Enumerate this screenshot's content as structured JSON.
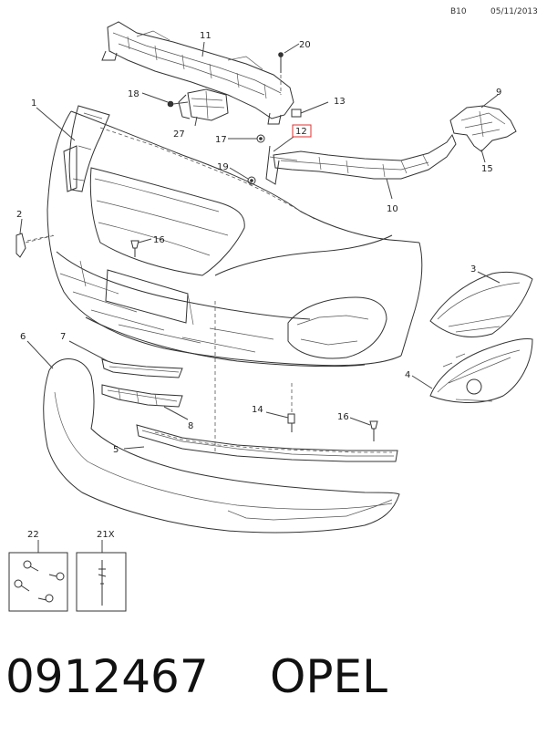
{
  "header": {
    "code": "B10",
    "date": "05/11/2013"
  },
  "footer": {
    "part_number": "0912467",
    "brand": "OPEL"
  },
  "callouts": [
    {
      "id": "c1",
      "label": "1"
    },
    {
      "id": "c2",
      "label": "2"
    },
    {
      "id": "c3",
      "label": "3"
    },
    {
      "id": "c4",
      "label": "4"
    },
    {
      "id": "c5",
      "label": "5"
    },
    {
      "id": "c6",
      "label": "6"
    },
    {
      "id": "c7",
      "label": "7"
    },
    {
      "id": "c8",
      "label": "8"
    },
    {
      "id": "c9",
      "label": "9"
    },
    {
      "id": "c10",
      "label": "10"
    },
    {
      "id": "c11",
      "label": "11"
    },
    {
      "id": "c12",
      "label": "12",
      "highlight": "#e03030"
    },
    {
      "id": "c13",
      "label": "13"
    },
    {
      "id": "c14",
      "label": "14"
    },
    {
      "id": "c15",
      "label": "15"
    },
    {
      "id": "c16a",
      "label": "16"
    },
    {
      "id": "c16b",
      "label": "16"
    },
    {
      "id": "c17",
      "label": "17"
    },
    {
      "id": "c18",
      "label": "18"
    },
    {
      "id": "c19",
      "label": "19"
    },
    {
      "id": "c20",
      "label": "20"
    },
    {
      "id": "c21",
      "label": "21X"
    },
    {
      "id": "c22",
      "label": "22"
    },
    {
      "id": "c27",
      "label": "27"
    }
  ]
}
